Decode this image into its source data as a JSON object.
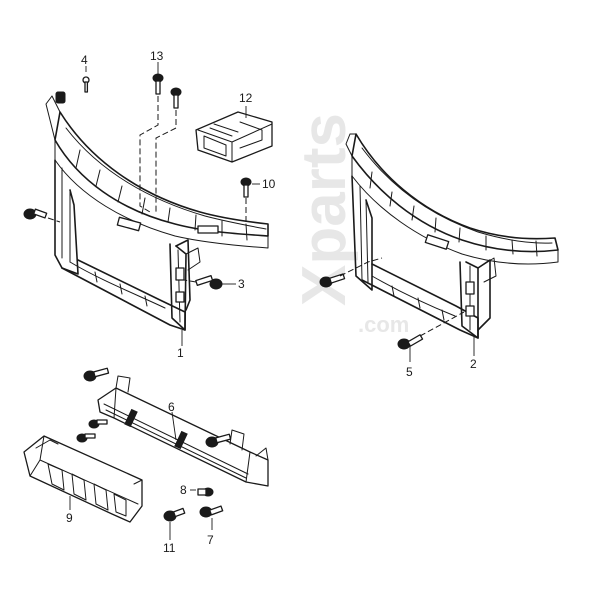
{
  "watermark": {
    "main": "Xparts",
    "sub": ".com"
  },
  "callouts": {
    "c1": "1",
    "c2": "2",
    "c3": "3",
    "c4": "4",
    "c5": "5",
    "c6": "6",
    "c7": "7",
    "c8": "8",
    "c9": "9",
    "c10": "10",
    "c11": "11",
    "c12": "12",
    "c13": "13"
  }
}
